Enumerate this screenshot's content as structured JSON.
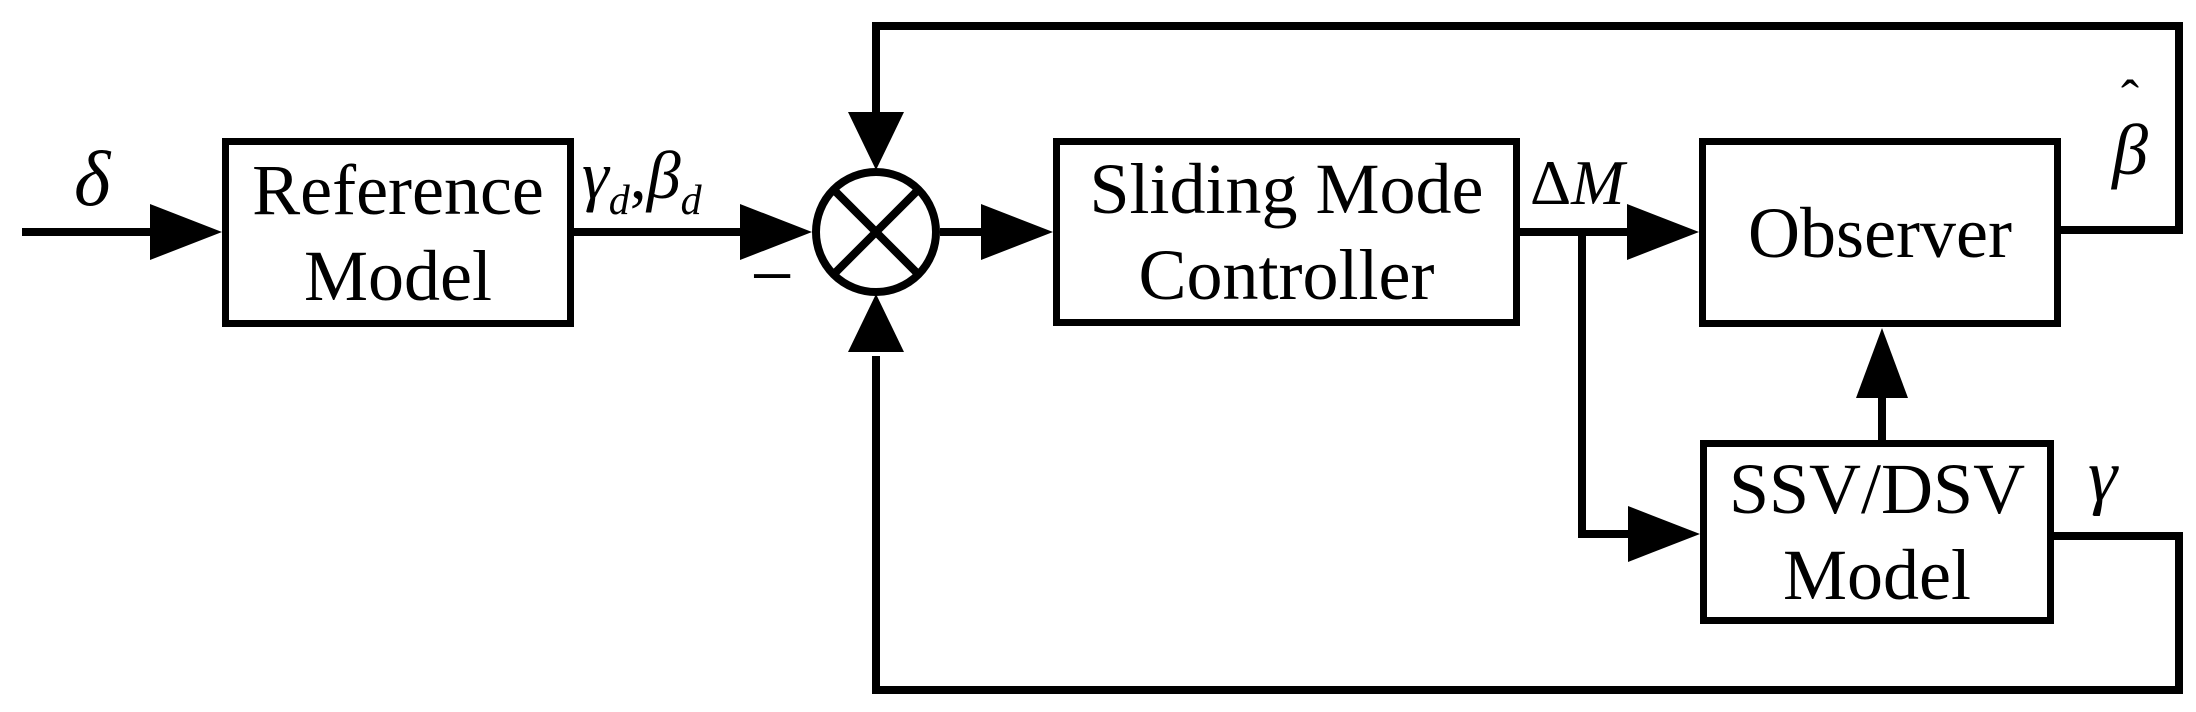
{
  "colors": {
    "line": "#000000",
    "background": "#ffffff",
    "text": "#000000"
  },
  "blocks": {
    "reference_model": {
      "line1": "Reference",
      "line2": "Model"
    },
    "sliding_mode_controller": {
      "line1": "Sliding Mode",
      "line2": "Controller"
    },
    "observer": {
      "line1": "Observer"
    },
    "ssv_dsv_model": {
      "line1": "SSV/DSV",
      "line2": "Model"
    }
  },
  "labels": {
    "input_delta": "δ",
    "ref_output": {
      "gamma": "γ",
      "gamma_sub": "d",
      "comma": ",",
      "beta": "β",
      "beta_sub": "d"
    },
    "minus_sign": "−",
    "controller_output": {
      "delta": "Δ",
      "m": "M"
    },
    "observer_output": {
      "hat": "ˆ",
      "beta": "β"
    },
    "model_output_gamma": "γ"
  },
  "icons": {
    "summing_junction": "circle-cross-junction"
  }
}
